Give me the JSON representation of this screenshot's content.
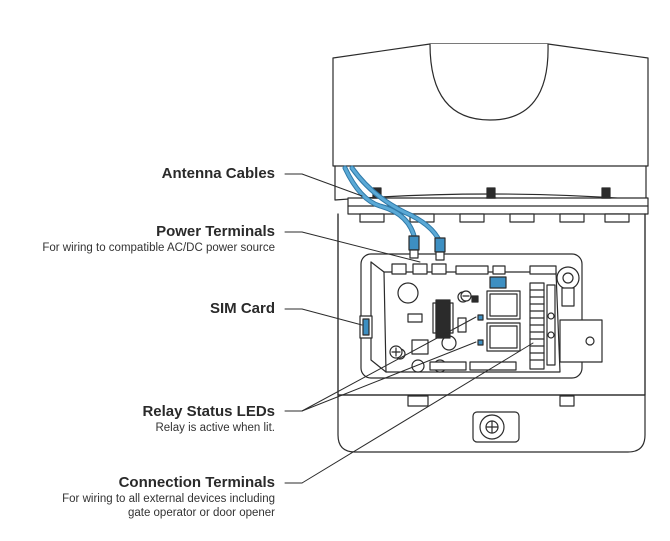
{
  "callouts": [
    {
      "title": "Antenna Cables",
      "sub": ""
    },
    {
      "title": "Power Terminals",
      "sub": "For wiring to compatible AC/DC power source"
    },
    {
      "title": "SIM Card",
      "sub": ""
    },
    {
      "title": "Relay Status LEDs",
      "sub": "Relay is active when lit."
    },
    {
      "title": "Connection Terminals",
      "sub": "For wiring to all external devices including",
      "sub2": "gate operator or door opener"
    }
  ],
  "colors": {
    "line": "#2b2b2b",
    "cable": "#5aa9d6",
    "cable_dark": "#2f79a8",
    "terminal": "#3d8fc2",
    "fill": "#ffffff",
    "board_fill": "#ffffff"
  },
  "icons": [
    "screw-icon",
    "antenna-connector-icon",
    "led-icon",
    "relay-icon",
    "sim-card-icon"
  ]
}
